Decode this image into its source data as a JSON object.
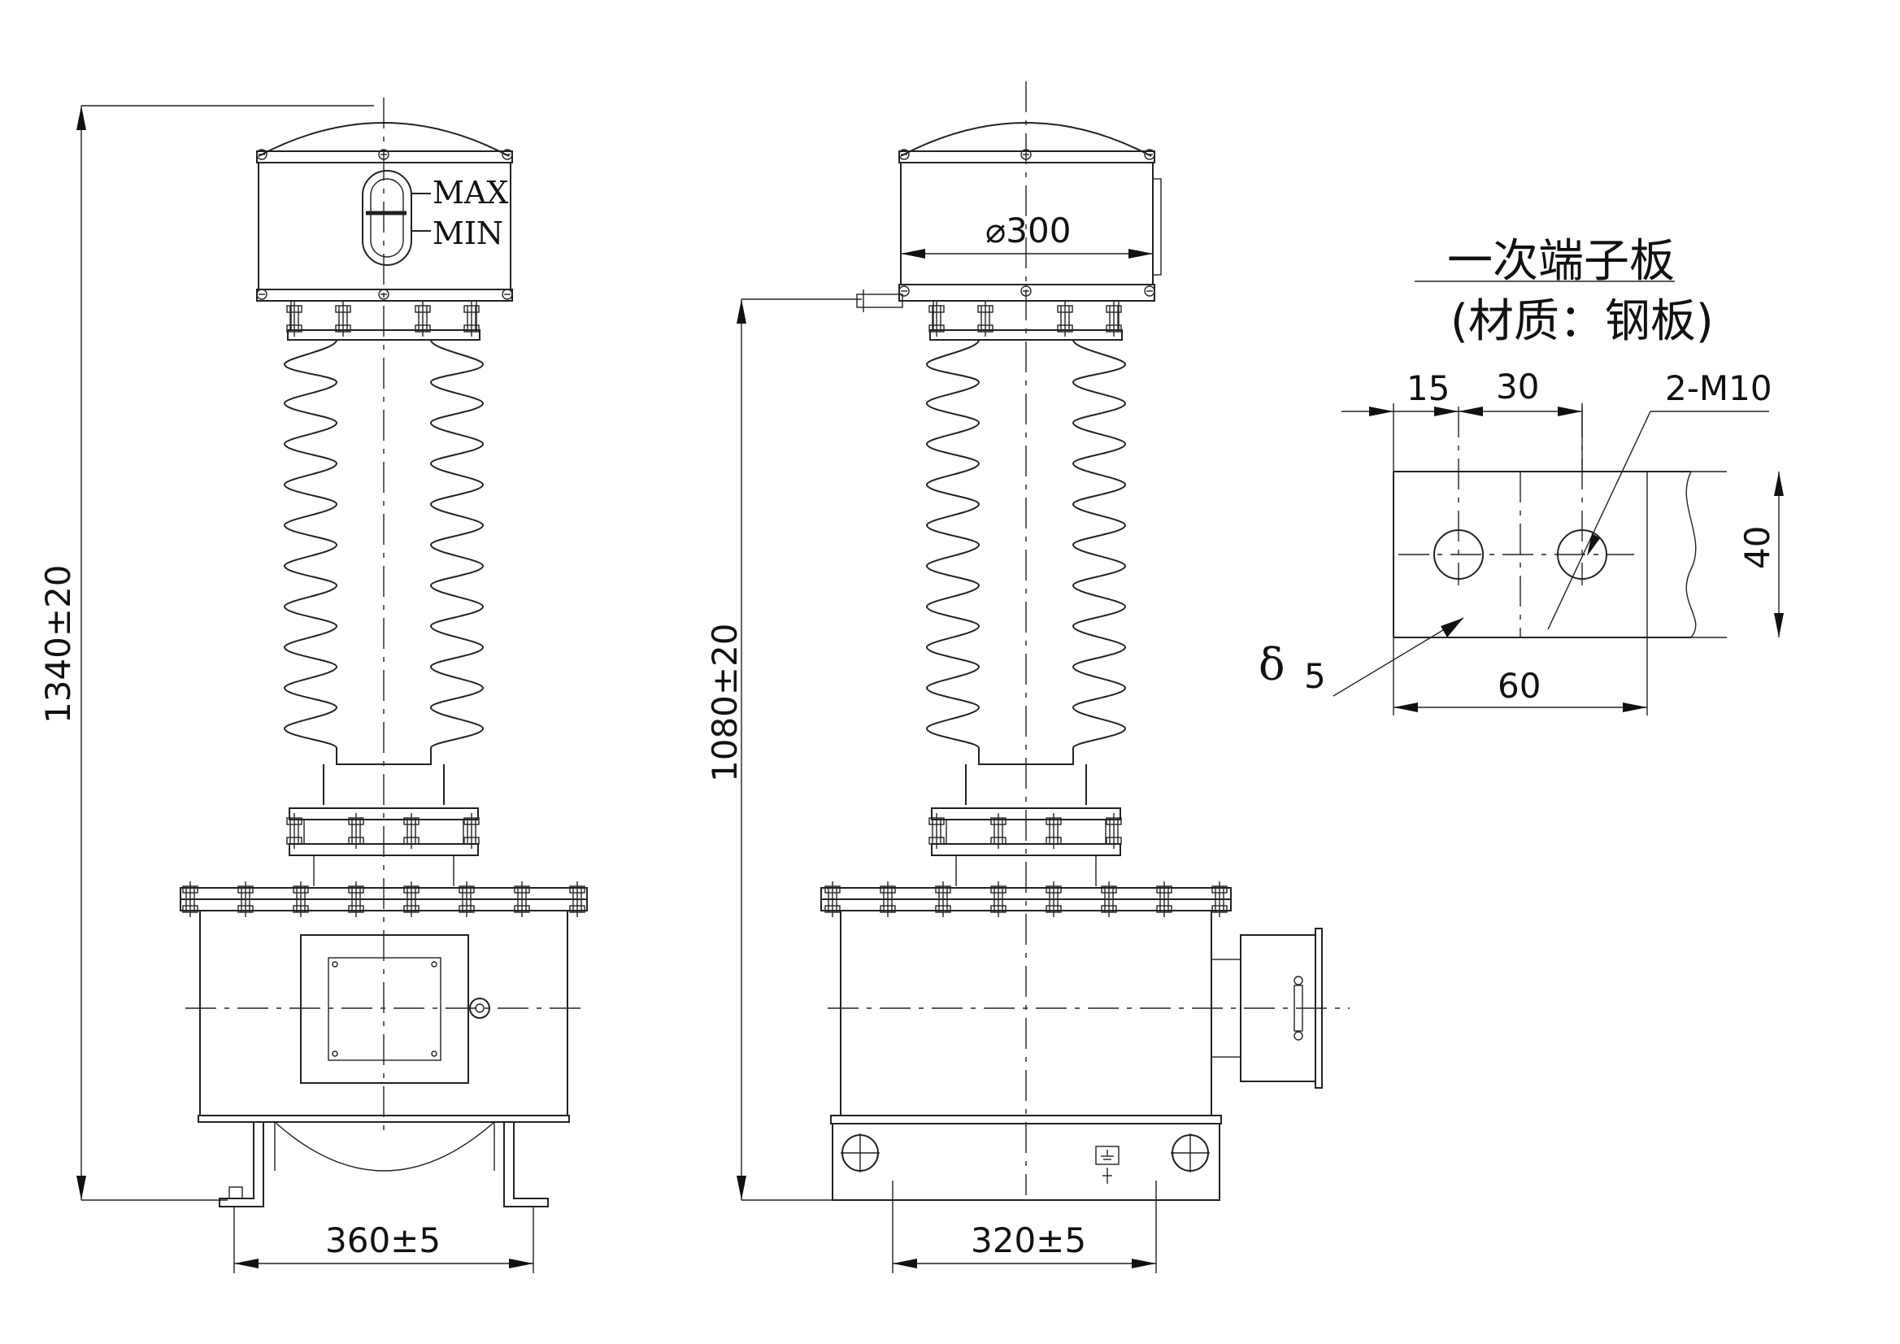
{
  "left_view": {
    "height_dim": "1340±20",
    "base_width_dim": "360±5",
    "oil_level_max": "MAX",
    "oil_level_min": "MIN"
  },
  "middle_view": {
    "height_dim": "1080±20",
    "base_width_dim": "320±5",
    "head_diameter": "⌀300"
  },
  "terminal_plate": {
    "title": "一次端子板",
    "subtitle": "(材质：钢板)",
    "dim_15": "15",
    "dim_30": "30",
    "bolt_spec": "2-M10",
    "dim_40": "40",
    "dim_60": "60",
    "thickness_symbol": "δ",
    "thickness_value": "5"
  }
}
